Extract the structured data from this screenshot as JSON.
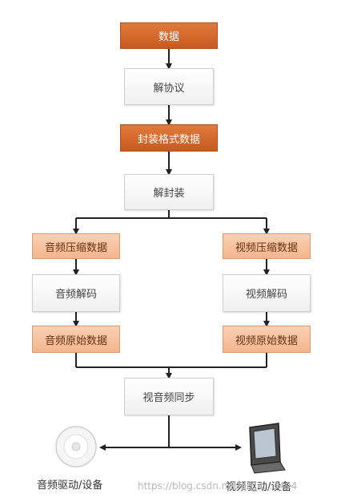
{
  "nodes": {
    "data": "数据",
    "demux_protocol": "解协议",
    "container_data": "封装格式数据",
    "demux": "解封装",
    "audio_compressed": "音频压缩数据",
    "video_compressed": "视频压缩数据",
    "audio_decode": "音频解码",
    "video_decode": "视频解码",
    "audio_raw": "音频原始数据",
    "video_raw": "视频原始数据",
    "av_sync": "视音频同步"
  },
  "devices": {
    "audio": "音频驱动/设备",
    "video": "视频驱动/设备"
  },
  "watermark": "https://blog.csdn.net/qq_4...3494",
  "colors": {
    "dark_orange": "#d4692b",
    "peach": "#f6c09b",
    "light_box": "#f4f4f4",
    "arrow": "#222222"
  },
  "icons": {
    "audio_device": "speaker-disc-icon",
    "video_device": "monitor-icon"
  }
}
